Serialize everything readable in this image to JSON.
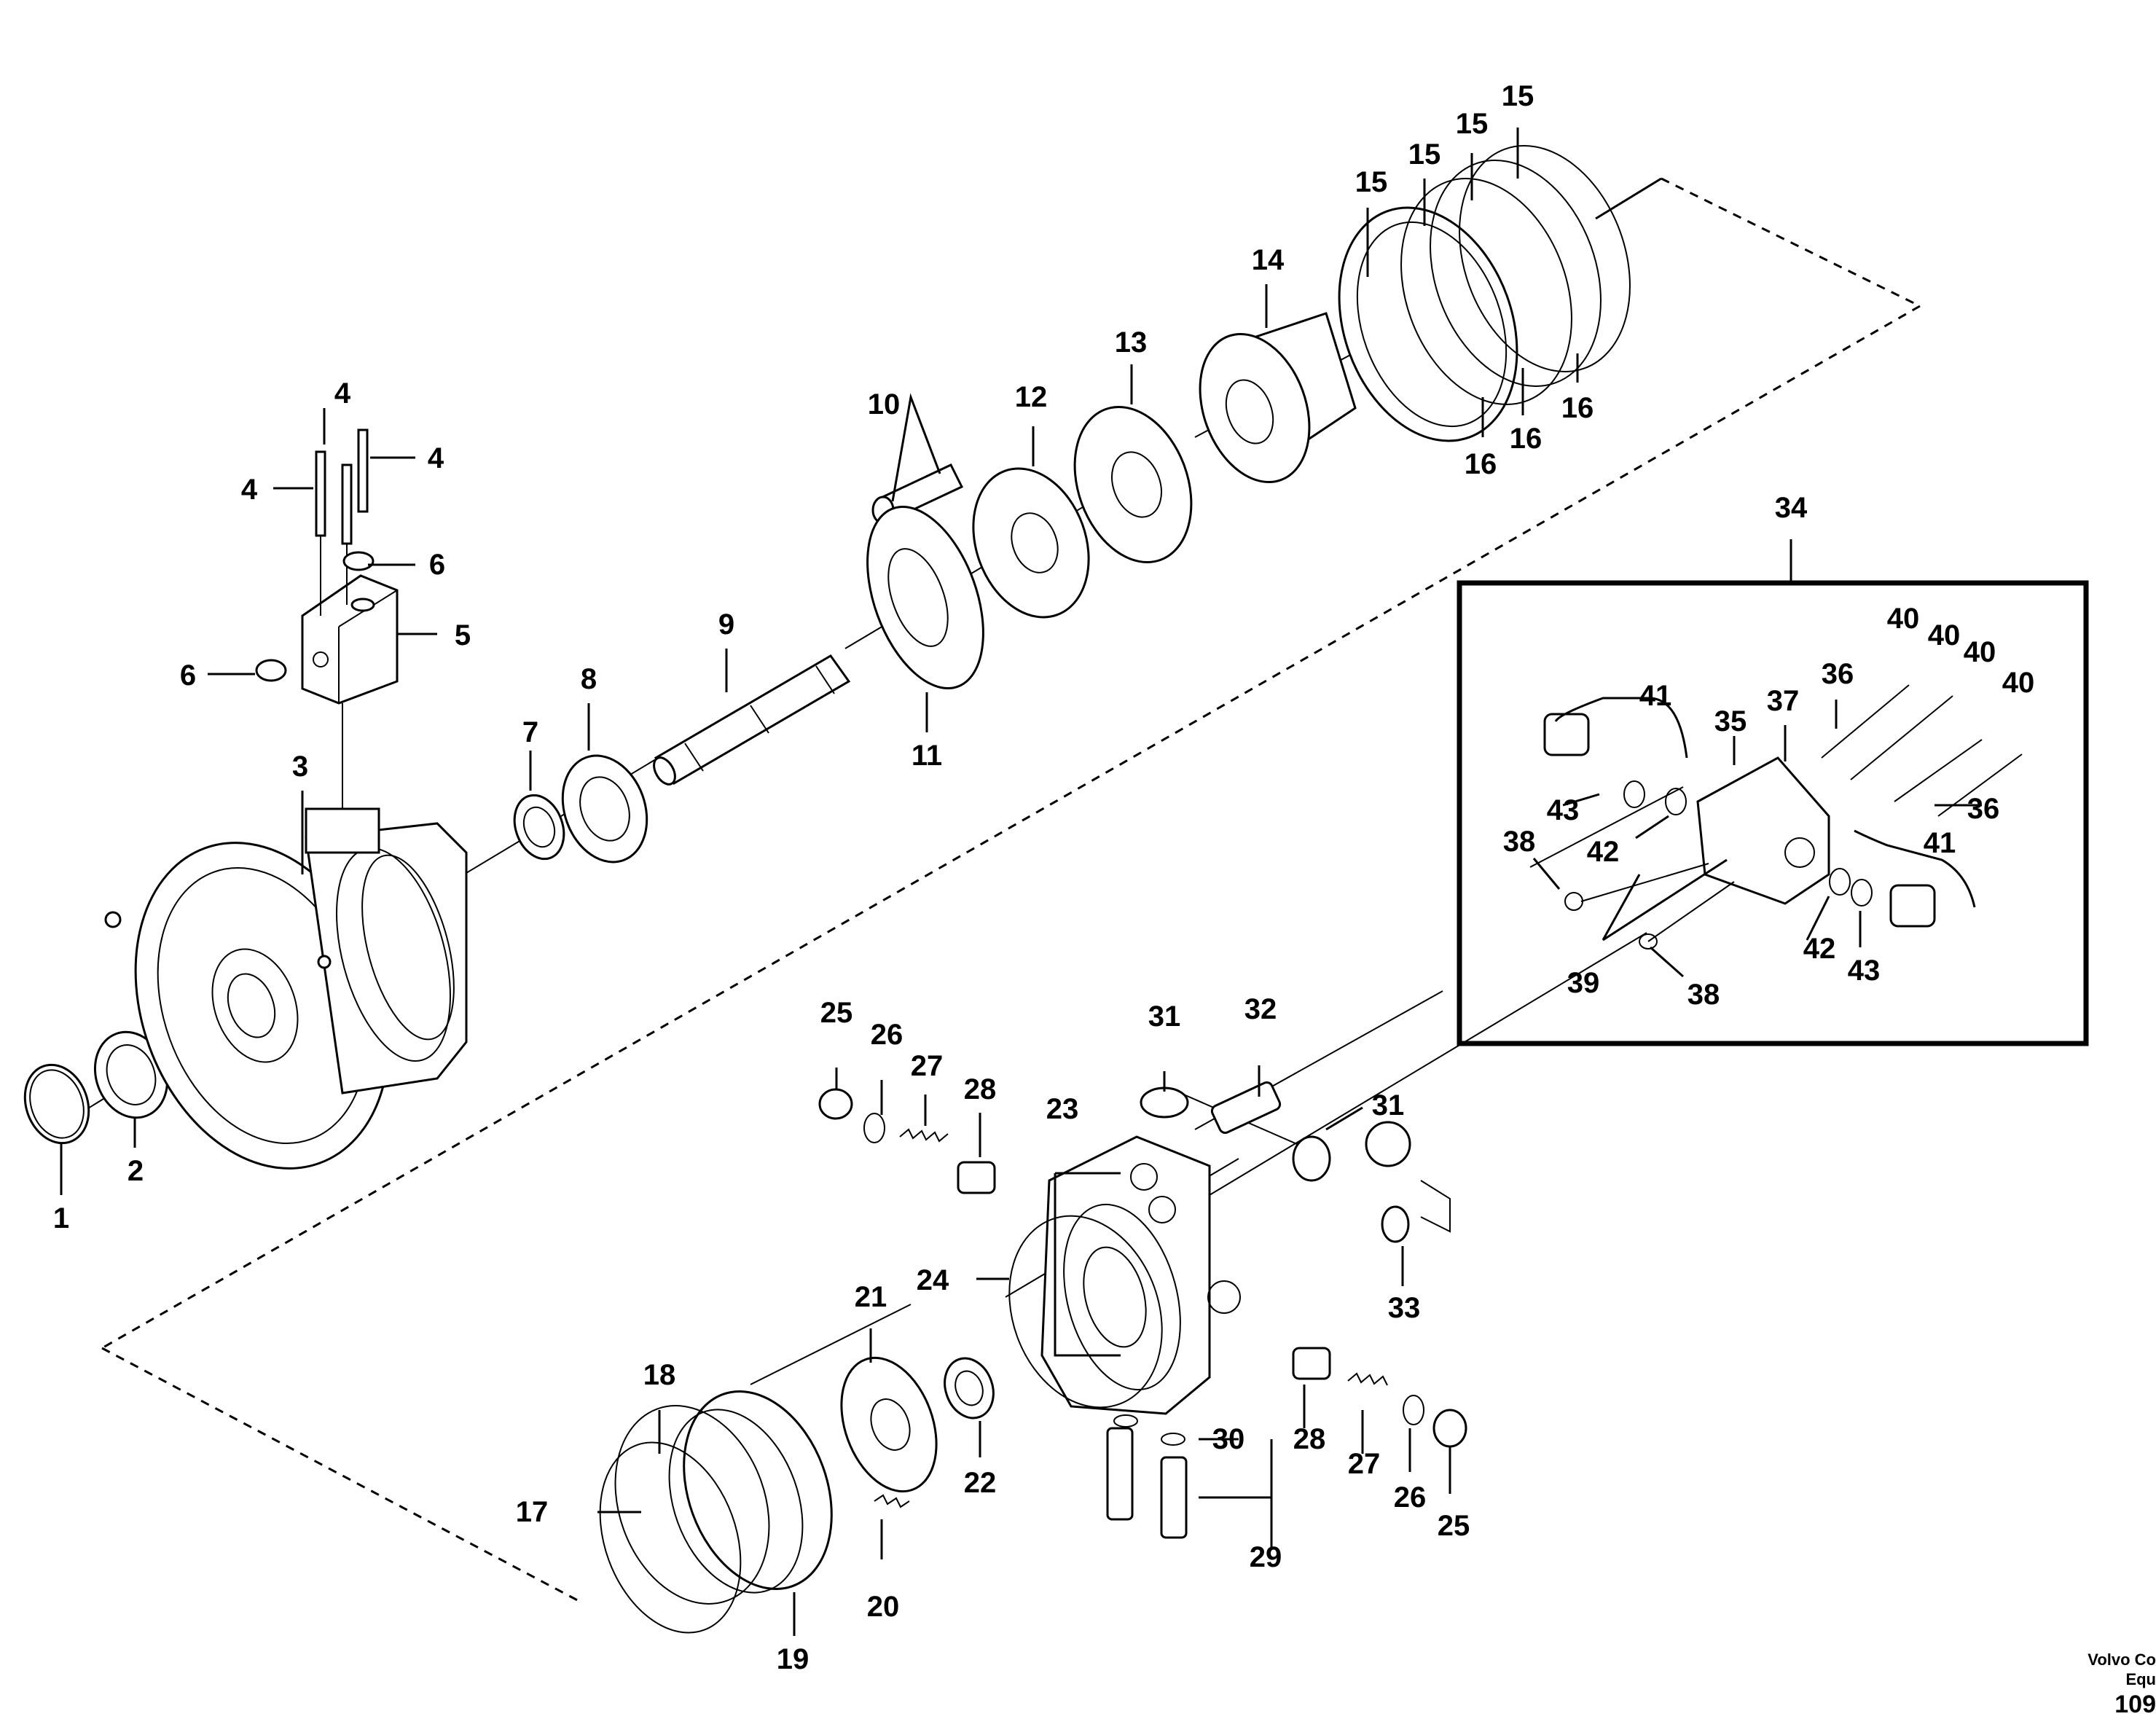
{
  "labels": {
    "n1": "1",
    "n2": "2",
    "n3": "3",
    "n4a": "4",
    "n4b": "4",
    "n4c": "4",
    "n5": "5",
    "n6a": "6",
    "n6b": "6",
    "n7": "7",
    "n8": "8",
    "n9": "9",
    "n10": "10",
    "n11": "11",
    "n12": "12",
    "n13": "13",
    "n14": "14",
    "n15a": "15",
    "n15b": "15",
    "n15c": "15",
    "n15d": "15",
    "n16a": "16",
    "n16b": "16",
    "n16c": "16",
    "n17": "17",
    "n18": "18",
    "n19": "19",
    "n20": "20",
    "n21": "21",
    "n22": "22",
    "n23": "23",
    "n24": "24",
    "n25a": "25",
    "n25b": "25",
    "n26a": "26",
    "n26b": "26",
    "n27a": "27",
    "n27b": "27",
    "n28a": "28",
    "n28b": "28",
    "n29": "29",
    "n30": "30",
    "n31a": "31",
    "n31b": "31",
    "n32": "32",
    "n33": "33",
    "n34": "34",
    "n35": "35",
    "n36a": "36",
    "n36b": "36",
    "n37": "37",
    "n38a": "38",
    "n38b": "38",
    "n39": "39",
    "n40a": "40",
    "n40b": "40",
    "n40c": "40",
    "n40d": "40",
    "n41a": "41",
    "n41b": "41",
    "n42a": "42",
    "n42b": "42",
    "n43a": "43",
    "n43b": "43"
  },
  "footer": {
    "line1": "Volvo Co",
    "line2": "Equ",
    "line3": "109"
  }
}
